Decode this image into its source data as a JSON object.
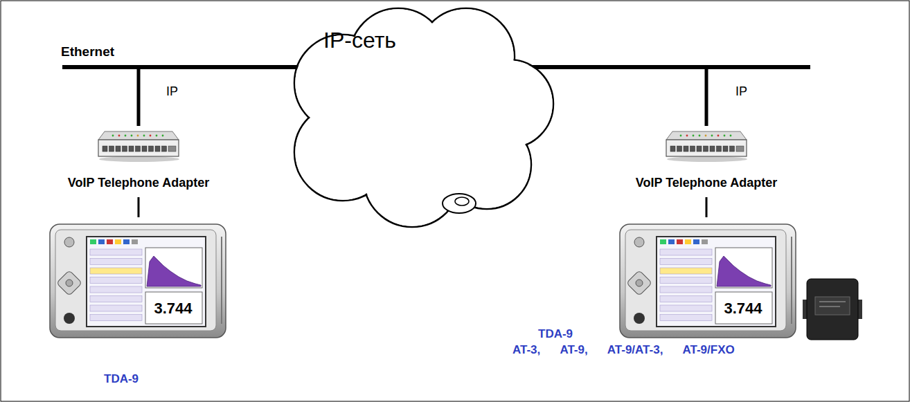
{
  "diagram": {
    "nodes": [
      {
        "text": [
          "IP-сеть"
        ]
      },
      {
        "text": [
          "VoIP Telephone Adapter"
        ]
      },
      {
        "text": [
          "VoIP Telephone Adapter"
        ]
      },
      {
        "text": [
          "TDA-9"
        ]
      },
      {
        "text": [
          "TDA-9",
          "AT-3, AT-9, AT-9/AT-3, AT-9/FXO"
        ]
      }
    ],
    "edges": [
      {
        "from": 1,
        "to": 3,
        "arrow": "none"
      },
      {
        "from": 2,
        "to": 4,
        "arrow": "none"
      }
    ],
    "labels": [
      "Ethernet",
      "IP",
      "IP",
      "3.744",
      "3.744"
    ]
  }
}
